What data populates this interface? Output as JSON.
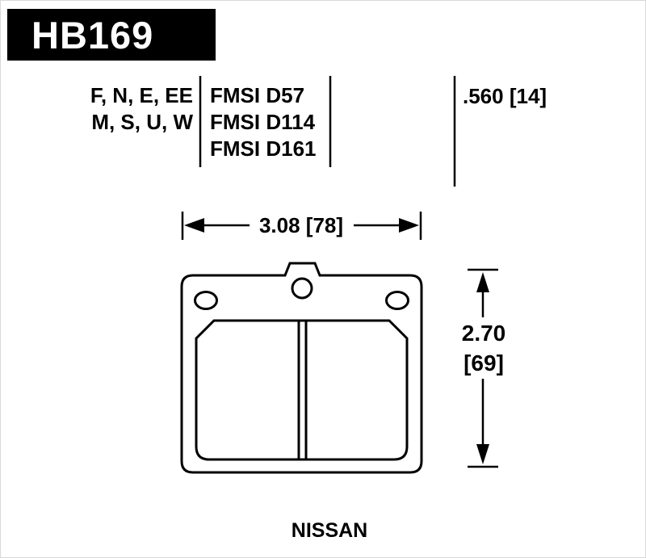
{
  "header": {
    "part_number": "HB169"
  },
  "spec_table": {
    "compound_rows": [
      "F, N, E, EE",
      "M, S, U, W"
    ],
    "fmsi_rows": [
      "FMSI D57",
      "FMSI D114",
      "FMSI D161"
    ],
    "pad_thickness": ".560 [14]"
  },
  "dimensions": {
    "width_label": "3.08 [78]",
    "height_inches": "2.70",
    "height_mm": "[69]"
  },
  "footer": {
    "application": "NISSAN"
  },
  "colors": {
    "banner_bg": "#000000",
    "banner_text": "#ffffff",
    "line": "#000000",
    "background": "#ffffff"
  }
}
